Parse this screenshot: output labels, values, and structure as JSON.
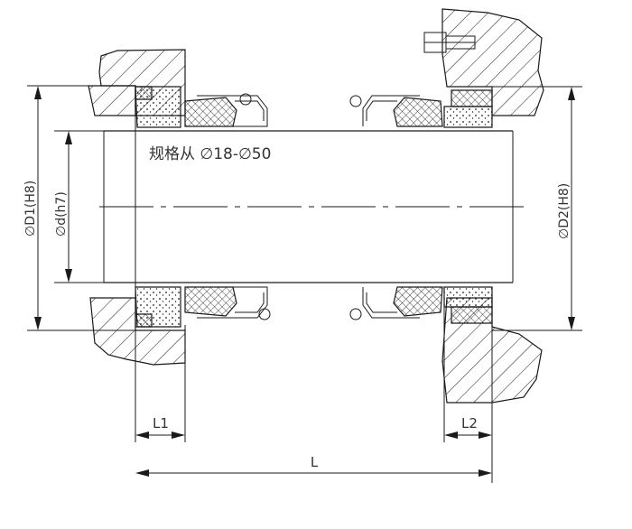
{
  "labels": {
    "spec": "规格从 ∅18-∅50",
    "d1": "∅D1(H8)",
    "d": "∅d(h7)",
    "d2": "∅D2(H8)",
    "l1": "L1",
    "l2": "L2",
    "l": "L"
  }
}
